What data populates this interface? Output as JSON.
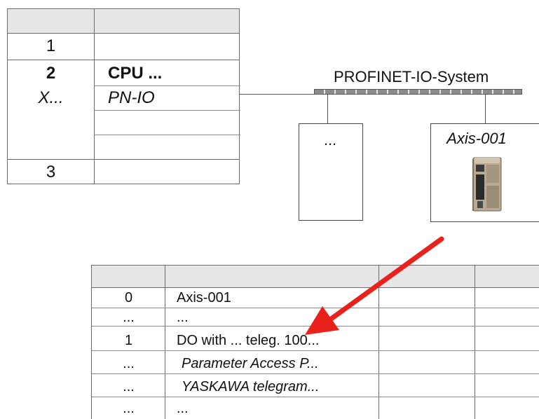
{
  "rack": {
    "rows": [
      {
        "slot": "1",
        "name": ""
      },
      {
        "slot": "2",
        "name": "CPU ..."
      },
      {
        "slot": "X...",
        "name": "PN-IO"
      },
      {
        "slot": "3",
        "name": ""
      }
    ]
  },
  "network": {
    "label": "PROFINET-IO-System",
    "devices": [
      {
        "label": "..."
      },
      {
        "label": "Axis-001",
        "image": "servo-drive-image"
      }
    ]
  },
  "modules": {
    "rows": [
      {
        "slot": "0",
        "name": "Axis-001"
      },
      {
        "slot": "...",
        "name": "..."
      },
      {
        "slot": "1",
        "name": "DO with ... teleg. 100..."
      },
      {
        "slot": "...",
        "name": "Parameter Access P..."
      },
      {
        "slot": "...",
        "name": "YASKAWA telegram..."
      },
      {
        "slot": "...",
        "name": "..."
      }
    ]
  },
  "colors": {
    "header": "#e6e6e6",
    "arrow": "#e8221b",
    "bus": "#8c8c8c"
  }
}
